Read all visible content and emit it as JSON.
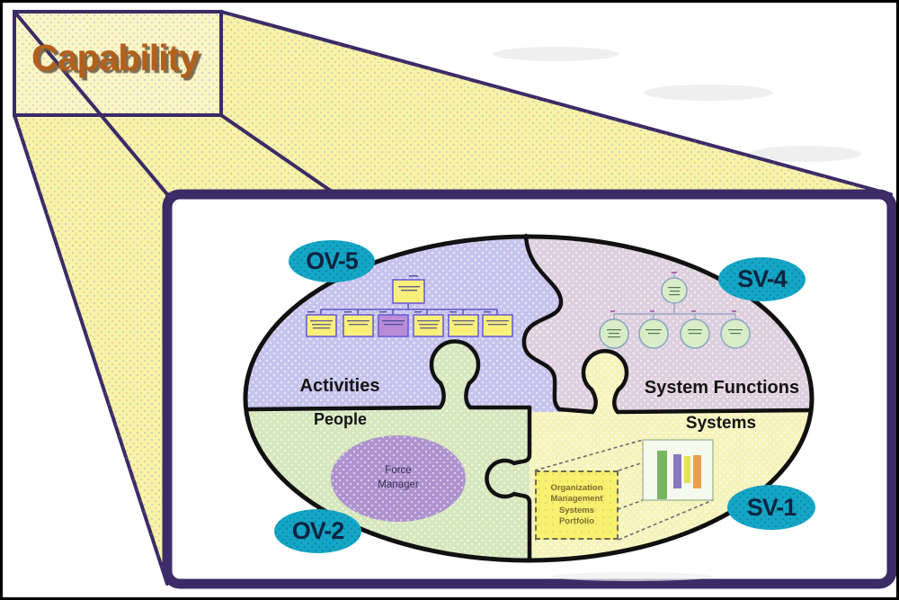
{
  "diagram": {
    "title": "Capability",
    "quadrants": [
      {
        "label": "Activities",
        "badge": "OV-5",
        "color": "#c7c3ed"
      },
      {
        "label": "System Functions",
        "badge": "SV-4",
        "color": "#ded0de"
      },
      {
        "label": "People",
        "badge": "OV-2",
        "color": "#d6e7bd"
      },
      {
        "label": "Systems",
        "badge": "SV-1",
        "color": "#f6f3bb"
      }
    ],
    "people_ellipse_label": "Force Manager",
    "systems_box_label": "Organization\nManagement\nSystems\nPortfolio",
    "badge_color": "#14a6c6",
    "frame_color": "#3b2b66",
    "beam_color": "#f7f3a8",
    "outline_color": "#111111"
  }
}
